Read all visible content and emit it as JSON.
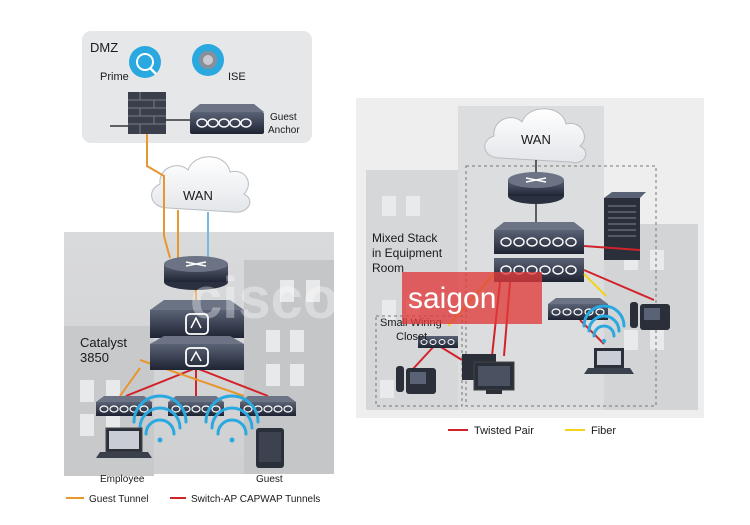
{
  "left": {
    "dmz_label": "DMZ",
    "prime_label": "Prime",
    "ise_label": "ISE",
    "guest_anchor_line1": "Guest",
    "guest_anchor_line2": "Anchor",
    "wan_label": "WAN",
    "catalyst_line1": "Catalyst",
    "catalyst_line2": "3850",
    "employee_label": "Employee",
    "guest_label": "Guest"
  },
  "right": {
    "wan_label": "WAN",
    "mixed_stack_line1": "Mixed Stack",
    "mixed_stack_line2": "in Equipment",
    "mixed_stack_line3": "Room",
    "small_wiring_line1": "Small Wiring",
    "small_wiring_line2": "Closet"
  },
  "legend_left": [
    {
      "label": "Guest Tunnel",
      "color": "#e8962e"
    },
    {
      "label": "Switch-AP CAPWAP Tunnels",
      "color": "#d2232a"
    }
  ],
  "legend_right": [
    {
      "label": "Twisted Pair",
      "color": "#d2232a"
    },
    {
      "label": "Fiber",
      "color": "#f2d21b"
    }
  ],
  "watermark": {
    "text": "saigon",
    "color": "#e03a3a"
  },
  "colors": {
    "guest_tunnel": "#e8962e",
    "capwap": "#d2232a",
    "fiber": "#f2d21b",
    "blue_link": "#7ab8e0",
    "wifi": "#2aa8e0"
  }
}
